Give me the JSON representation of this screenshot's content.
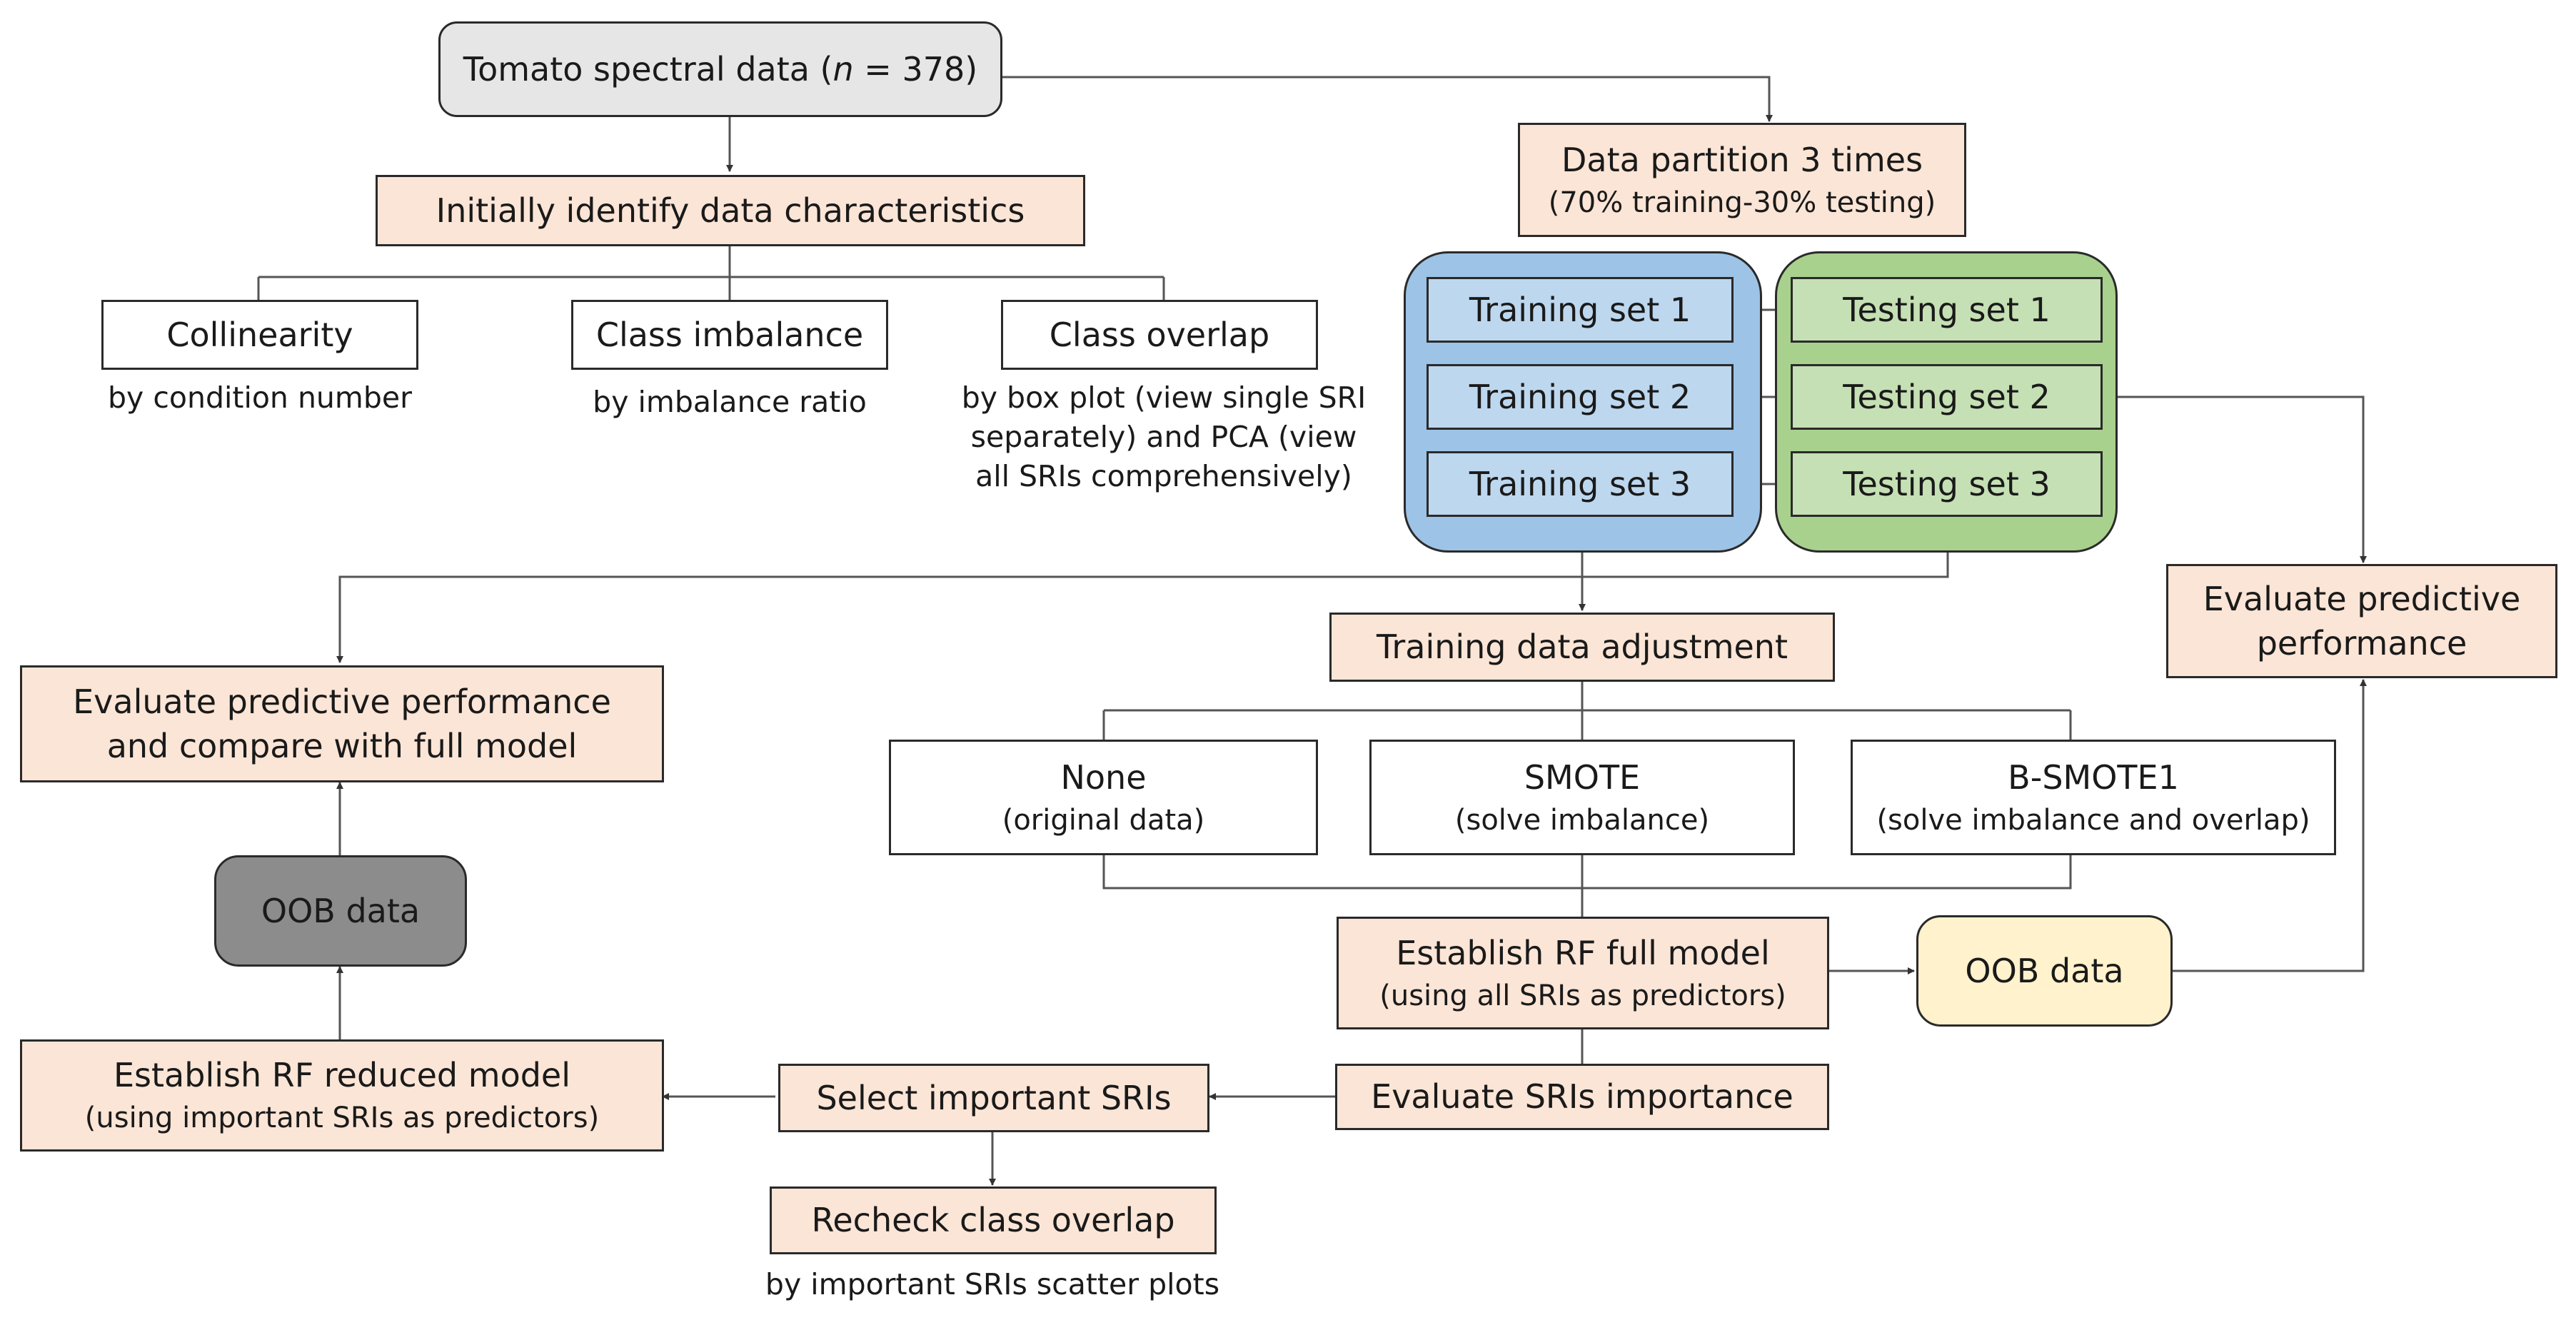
{
  "source": {
    "prefix": "Tomato spectral data (",
    "n_symbol": "n",
    "suffix": " = 378)"
  },
  "identify": "Initially identify data characteristics",
  "collinearity": {
    "title": "Collinearity",
    "note": "by condition number"
  },
  "imbalance": {
    "title": "Class imbalance",
    "note": "by imbalance ratio"
  },
  "overlap": {
    "title": "Class overlap",
    "note_lines": [
      "by box plot (view single SRI",
      "separately) and PCA (view",
      "all SRIs comprehensively)"
    ]
  },
  "partition": {
    "title": "Data partition 3 times",
    "sub": "(70% training-30% testing)"
  },
  "training_sets": [
    "Training set 1",
    "Training set 2",
    "Training set 3"
  ],
  "testing_sets": [
    "Testing set 1",
    "Testing set 2",
    "Testing set 3"
  ],
  "evaluate_right": [
    "Evaluate predictive",
    "performance"
  ],
  "evaluate_left": [
    "Evaluate predictive performance",
    "and compare with full model"
  ],
  "adjustment": "Training data adjustment",
  "options": [
    {
      "title": "None",
      "sub": "(original data)"
    },
    {
      "title": "SMOTE",
      "sub": "(solve imbalance)"
    },
    {
      "title": "B-SMOTE1",
      "sub": "(solve imbalance and overlap)"
    }
  ],
  "full_model": {
    "title": "Establish RF full model",
    "sub": "(using all SRIs as predictors)"
  },
  "oob_right": "OOB data",
  "oob_left": "OOB data",
  "importance": "Evaluate SRIs importance",
  "select": "Select important SRIs",
  "reduced_model": {
    "title": "Establish RF reduced model",
    "sub": "(using important SRIs as predictors)"
  },
  "recheck": {
    "title": "Recheck class overlap",
    "note": "by important SRIs scatter plots"
  }
}
